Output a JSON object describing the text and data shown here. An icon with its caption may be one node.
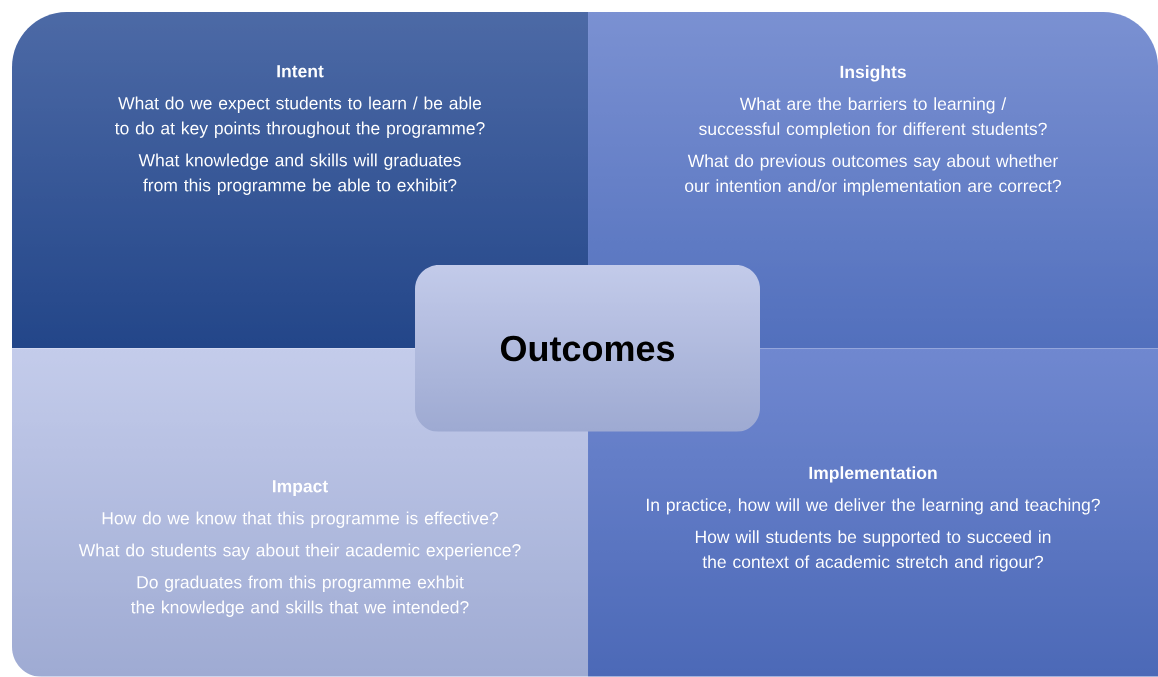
{
  "diagram": {
    "nodes": [
      {
        "text": [
          "Intent",
          "What do we expect students to learn / be able to do at key points throughout the programme?",
          "What knowledge and skills will graduates from this programme be able to exhibit?"
        ]
      },
      {
        "text": [
          "Insights",
          "What are the barriers to learning / successful completion for different students?",
          "What do previous outcomes say about whether our intention and/or implementation are correct?"
        ]
      },
      {
        "text": [
          "Outcomes"
        ]
      },
      {
        "text": [
          "Impact",
          "How do we know that this programme is effective?",
          "What do students say about their academic experience?",
          "Do graduates from this programme exhbit the knowledge and skills that we intended?"
        ]
      },
      {
        "text": [
          "Implementation",
          "In practice, how will we deliver the learning and teaching?",
          "How will students be supported to succeed in the context of academic stretch and rigour?"
        ]
      }
    ]
  }
}
